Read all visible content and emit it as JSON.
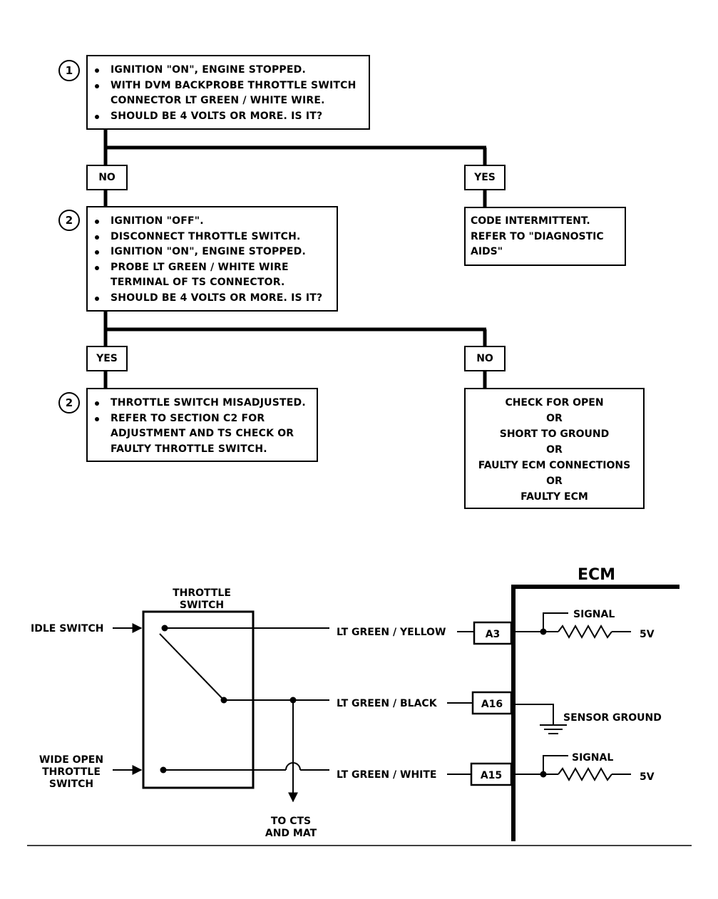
{
  "flowchart": {
    "step1": {
      "badge": "1",
      "lines": [
        "IGNITION \"ON\", ENGINE STOPPED.",
        "WITH DVM BACKPROBE THROTTLE SWITCH CONNECTOR LT GREEN / WHITE WIRE.",
        "SHOULD BE 4 VOLTS OR MORE. IS IT?"
      ]
    },
    "branch1": {
      "left": "NO",
      "right": "YES"
    },
    "yes1_result": [
      "CODE INTERMITTENT.",
      "REFER TO \"DIAGNOSTIC",
      "AIDS\""
    ],
    "step2": {
      "badge": "2",
      "lines": [
        "IGNITION \"OFF\".",
        "DISCONNECT THROTTLE SWITCH.",
        "IGNITION \"ON\", ENGINE STOPPED.",
        "PROBE LT GREEN / WHITE WIRE TERMINAL OF TS CONNECTOR.",
        "SHOULD BE 4 VOLTS OR MORE. IS IT?"
      ]
    },
    "branch2": {
      "left": "YES",
      "right": "NO"
    },
    "step3": {
      "badge": "2",
      "lines": [
        "THROTTLE SWITCH MISADJUSTED.",
        "REFER TO SECTION C2 FOR ADJUSTMENT AND TS CHECK OR FAULTY THROTTLE SWITCH."
      ]
    },
    "no2_result": [
      "CHECK FOR OPEN",
      "OR",
      "SHORT TO GROUND",
      "OR",
      "FAULTY ECM CONNECTIONS",
      "OR",
      "FAULTY ECM"
    ]
  },
  "schematic": {
    "ecm_label": "ECM",
    "throttle_switch_label": [
      "THROTTLE",
      "SWITCH"
    ],
    "idle_switch": "IDLE SWITCH",
    "wot_switch": [
      "WIDE OPEN",
      "THROTTLE",
      "SWITCH"
    ],
    "wire_a3": "LT GREEN / YELLOW",
    "wire_a16": "LT GREEN / BLACK",
    "wire_a15": "LT GREEN / WHITE",
    "pin_a3": "A3",
    "pin_a16": "A16",
    "pin_a15": "A15",
    "signal": "SIGNAL",
    "voltage": "5V",
    "sensor_ground": "SENSOR GROUND",
    "to_cts": [
      "TO CTS",
      "AND MAT"
    ]
  }
}
